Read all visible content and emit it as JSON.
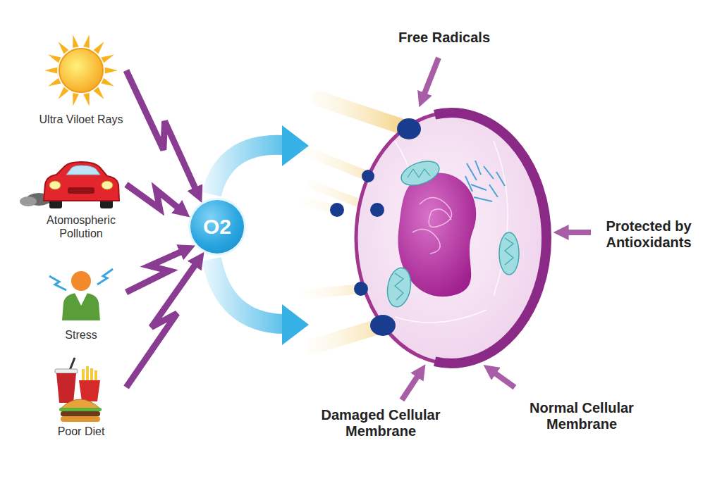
{
  "diagram": {
    "nodes": [
      {
        "text": [
          "Ultra Viloet Rays"
        ]
      },
      {
        "text": [
          "Atomospheric Pollution"
        ]
      },
      {
        "text": [
          "Stress"
        ]
      },
      {
        "text": [
          "Poor Diet"
        ]
      },
      {
        "text": [
          "O2"
        ]
      }
    ],
    "edges": [
      {
        "from": 0,
        "to": 4,
        "arrow": "to"
      },
      {
        "from": 1,
        "to": 4,
        "arrow": "to"
      },
      {
        "from": 2,
        "to": 4,
        "arrow": "to"
      },
      {
        "from": 3,
        "to": 4,
        "arrow": "to"
      }
    ],
    "labels": [
      "Free Radicals",
      "Protected by Antioxidants",
      "Damaged Cellular Membrane",
      "Normal Cellular Membrane"
    ]
  }
}
